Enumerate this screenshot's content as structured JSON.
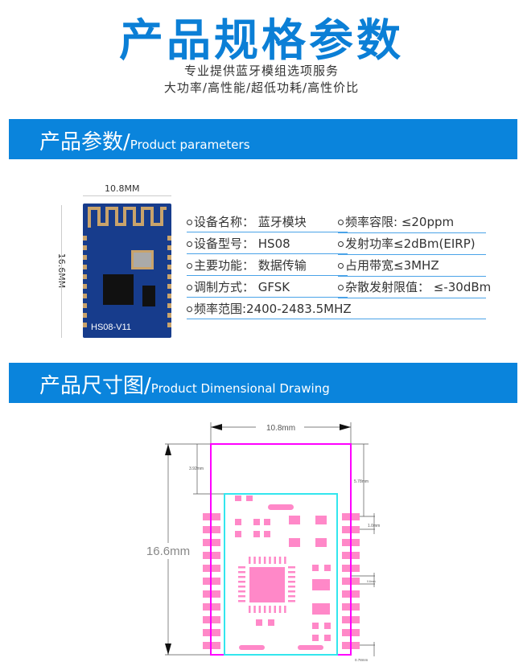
{
  "header": {
    "title": "产品规格参数",
    "subtitle1": "专业提供蓝牙模组选项服务",
    "subtitle2": "大功率/高性能/超低功耗/高性价比"
  },
  "section1": {
    "title_cn": "产品参数",
    "slash": "/",
    "title_en": "Product parameters"
  },
  "module_photo": {
    "width_label": "10.8MM",
    "height_label": "16.6MM",
    "silk": "HS08-V11"
  },
  "params": {
    "left": [
      "设备名称：  蓝牙模块",
      "设备型号：  HS08",
      "主要功能：  数据传输",
      "调制方式：  GFSK",
      "频率范围:2400-2483.5MHZ"
    ],
    "right": [
      "频率容限: ≤20ppm",
      "发射功率≤2dBm(EIRP)",
      "占用带宽≤3MHZ",
      "杂散发射限值：  ≤-30dBm"
    ]
  },
  "section2": {
    "title_cn": "产品尺寸图",
    "slash": "/",
    "title_en": "Product Dimensional Drawing"
  },
  "drawing": {
    "width": "10.8mm",
    "height": "16.6mm",
    "d1": "3.92mm",
    "d2": "5.78mm",
    "d3": "1.0mm",
    "d4": "0.6mm",
    "d5": "0.78mm"
  },
  "colors": {
    "brand": "#0a84dc",
    "outline": "#ff00ff",
    "shield": "#33e6ee",
    "pad": "#ff88c8"
  }
}
